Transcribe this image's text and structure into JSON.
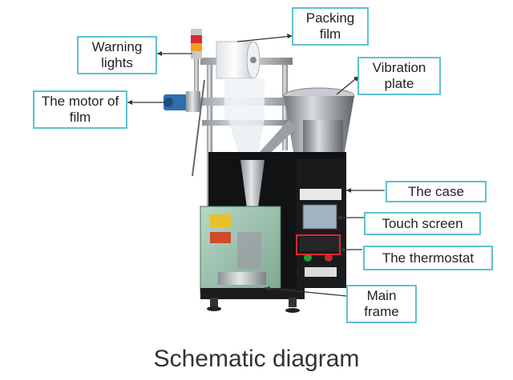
{
  "diagram": {
    "caption": "Schematic diagram",
    "labels": {
      "warning_lights": "Warning lights",
      "packing_film": "Packing film",
      "motor_of_film": "The motor of film",
      "vibration_plate": "Vibration plate",
      "case": "The case",
      "touch_screen": "Touch screen",
      "thermostat": "The thermostat",
      "main_frame": "Main frame"
    },
    "colors": {
      "callout_border": "#5fc1cf",
      "highlight_box": "#e0262c",
      "leader_line": "#333333"
    }
  }
}
